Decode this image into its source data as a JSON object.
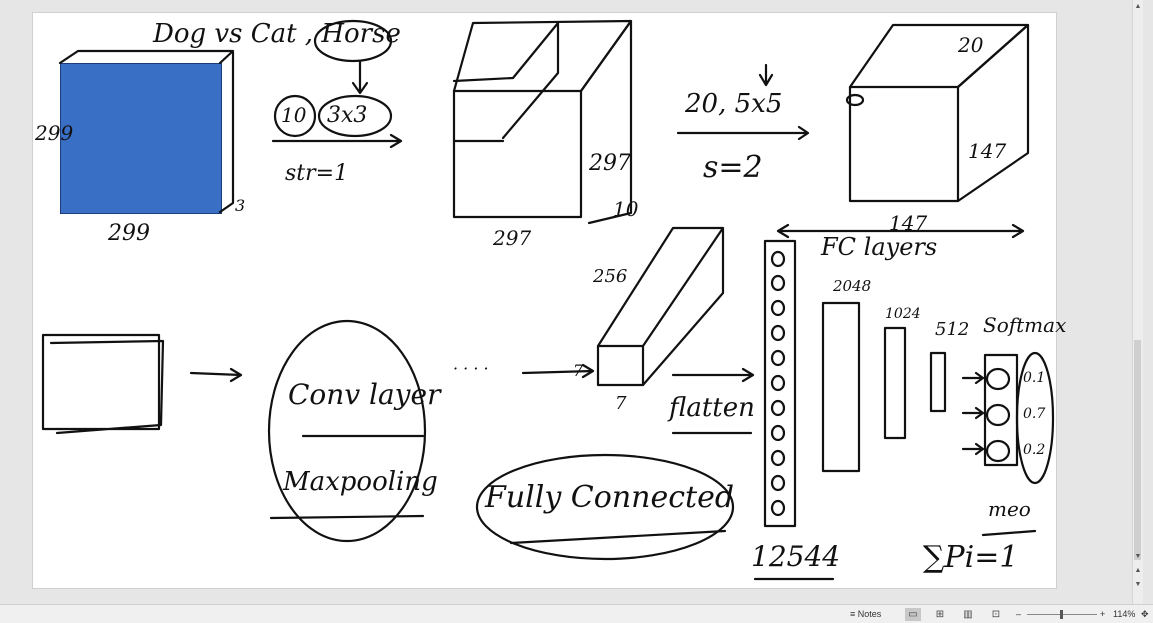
{
  "slide": {
    "title_text": "Dog vs Cat , Horse",
    "input": {
      "height": "299",
      "width": "299",
      "depth": "3"
    },
    "conv1": {
      "filters": "10",
      "kernel": "3x3",
      "stride": "str=1"
    },
    "cube1": {
      "height": "297",
      "width": "297",
      "depth": "10"
    },
    "conv2": {
      "spec": "20, 5x5",
      "stride": "s=2"
    },
    "cube2": {
      "depth": "20",
      "height": "147",
      "width": "147"
    },
    "small_block": {
      "depth": "256",
      "height": "7",
      "width": "7"
    },
    "flatten_label": "flatten",
    "flatten_size": "12544",
    "fc_title": "FC layers",
    "fc_sizes": [
      "2048",
      "1024",
      "512"
    ],
    "softmax_label": "Softmax",
    "probs": [
      "0.1",
      "0.7",
      "0.2"
    ],
    "output_note": "meo",
    "sum_formula": "∑Pi=1",
    "conv_label": "Conv layer",
    "maxpool_label": "Maxpooling",
    "fc_label": "Fully Connected",
    "dots": "· · · ·"
  },
  "statusbar": {
    "notes_label": "Notes",
    "zoom_minus": "–",
    "zoom_plus": "+",
    "zoom_level": "114%"
  },
  "icons": {
    "notes": "notes-icon",
    "normal_view": "normal-view-icon",
    "slide_sorter": "slide-sorter-icon",
    "reading_view": "reading-view-icon",
    "slideshow": "slideshow-icon",
    "fit": "fit-to-window-icon"
  },
  "colors": {
    "input_fill": "#3a6fc6",
    "ink": "#111111"
  }
}
